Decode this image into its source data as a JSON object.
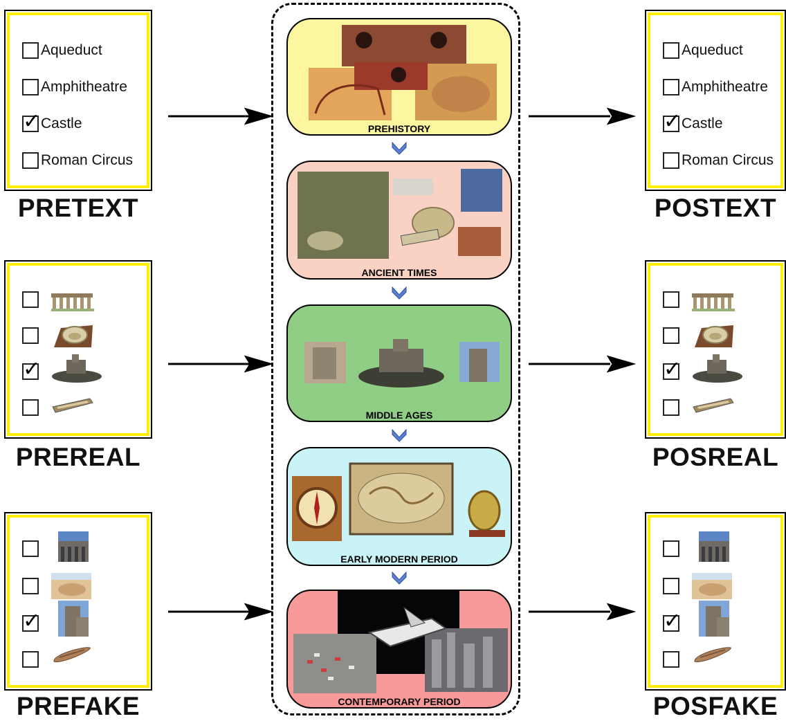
{
  "checklist_items": [
    "Aqueduct",
    "Amphitheatre",
    "Castle",
    "Roman Circus"
  ],
  "checked_index": 2,
  "cards": {
    "pretext": {
      "title": "PRETEXT"
    },
    "postext": {
      "title": "POSTEXT"
    },
    "prereal": {
      "title": "PREREAL"
    },
    "posreal": {
      "title": "POSREAL"
    },
    "prefake": {
      "title": "PREFAKE"
    },
    "posfake": {
      "title": "POSFAKE"
    }
  },
  "eras": [
    {
      "label": "PREHISTORY",
      "color": "#fdf6a0"
    },
    {
      "label": "ANCIENT TIMES",
      "color": "#f9d2c3"
    },
    {
      "label": "MIDDLE AGES",
      "color": "#8fce84"
    },
    {
      "label": "EARLY MODERN PERIOD",
      "color": "#c9f3f6"
    },
    {
      "label": "CONTEMPORARY PERIOD",
      "color": "#f79a99"
    }
  ],
  "icons": {
    "flow_arrow": "arrow-right-icon",
    "step_arrow": "chevron-down-icon",
    "check": "checkmark-icon"
  },
  "colors": {
    "card_border": "#ffee00",
    "step_arrow": "#5b7fd1"
  }
}
